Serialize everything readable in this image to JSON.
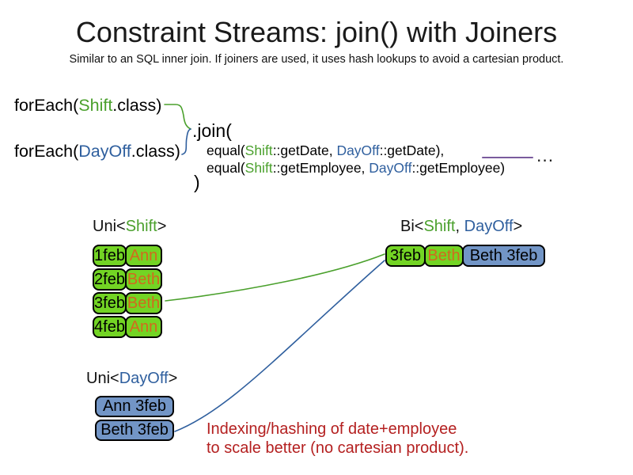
{
  "colors": {
    "green": "#4aa02c",
    "blue": "#2f5f9e",
    "orange": "#d2691e",
    "red": "#b42020",
    "purple": "#7a5b9d",
    "cell_green": "#73d424",
    "cell_blue": "#7295c6",
    "text": "#000000",
    "background": "#ffffff"
  },
  "title": "Constraint Streams: join() with Joiners",
  "subtitle": "Similar to an SQL inner join. If joiners are used, it uses hash lookups to avoid a cartesian product.",
  "code": {
    "foreach_shift": {
      "pre": "forEach(",
      "cls": "Shift",
      "post": ".class)"
    },
    "foreach_dayoff": {
      "pre": "forEach(",
      "cls": "DayOff",
      "post": ".class)"
    },
    "join_open": ".join(",
    "equal_date": {
      "pre": "equal(",
      "shift": "Shift",
      "mid": "::getDate, ",
      "dayoff": "DayOff",
      "post": "::getDate),"
    },
    "equal_employee": {
      "pre": "equal(",
      "shift": "Shift",
      "mid": "::getEmployee, ",
      "dayoff": "DayOff",
      "post": "::getEmployee)"
    },
    "join_close": ")",
    "ellipsis": "..."
  },
  "uni_shift": {
    "label": {
      "pre": "Uni<",
      "type": "Shift",
      "post": ">"
    },
    "rows": [
      {
        "date": "1feb",
        "employee": "Ann"
      },
      {
        "date": "2feb",
        "employee": "Beth"
      },
      {
        "date": "3feb",
        "employee": "Beth"
      },
      {
        "date": "4feb",
        "employee": "Ann"
      }
    ]
  },
  "bi": {
    "label": {
      "pre": "Bi<",
      "shift": "Shift",
      "sep": ", ",
      "dayoff": "DayOff",
      "post": ">"
    },
    "row": {
      "date": "3feb",
      "employee": "Beth",
      "pair": "Beth 3feb"
    }
  },
  "uni_dayoff": {
    "label": {
      "pre": "Uni<",
      "type": "DayOff",
      "post": ">"
    },
    "rows": [
      "Ann 3feb",
      "Beth 3feb"
    ]
  },
  "note": {
    "line1": "Indexing/hashing of date+employee",
    "line2": "to scale better (no cartesian product)."
  }
}
